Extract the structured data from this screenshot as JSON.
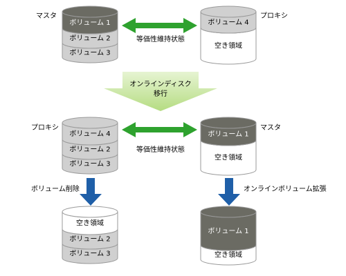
{
  "top": {
    "left_role": "マスタ",
    "right_role": "プロキシ",
    "sync_label": "等価性維持状態",
    "left_volumes": [
      "ボリューム 1",
      "ボリューム 2",
      "ボリューム 3"
    ],
    "right_volumes": [
      "ボリューム 4",
      "空き領域"
    ]
  },
  "migration": {
    "line1": "オンラインディスク",
    "line2": "移行"
  },
  "middle": {
    "left_role": "プロキシ",
    "right_role": "マスタ",
    "sync_label": "等価性維持状態",
    "left_volumes": [
      "ボリューム 4",
      "ボリューム 2",
      "ボリューム 3"
    ],
    "right_volumes": [
      "ボリューム 1",
      "空き領域"
    ]
  },
  "left_action": "ボリューム削除",
  "right_action": "オンラインボリューム拡張",
  "bottom": {
    "left_volumes": [
      "空き領域",
      "ボリューム 2",
      "ボリューム 3"
    ],
    "right_volumes": [
      "ボリューム 1",
      "空き領域"
    ]
  },
  "colors": {
    "dark_volume": "#6b6b63",
    "light_volume": "#d0d0d0",
    "free_space": "#ffffff",
    "sync_arrow": "#2ea22e",
    "down_arrow": "#1f5fa8",
    "migration_arrow": "#c5e59b"
  }
}
